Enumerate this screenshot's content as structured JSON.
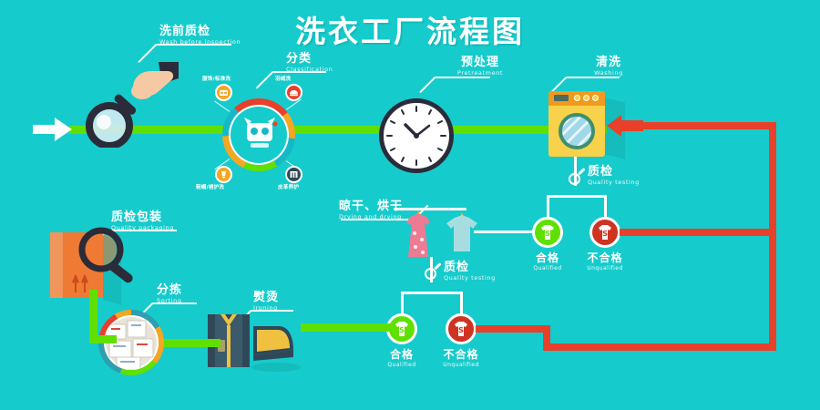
{
  "title": "洗衣工厂流程图",
  "theme": {
    "background": "#16cbcb",
    "green_line": "#5fe000",
    "red_line": "#e8402a",
    "white_line": "#ffffff",
    "qualified": "#5fe000",
    "unqualified": "#cf3322",
    "accent_orange": "#f09a1e"
  },
  "steps": {
    "pre_inspection": {
      "cn": "洗前质检",
      "en": "Wash before inspection"
    },
    "classification": {
      "cn": "分类",
      "en": "Classification"
    },
    "pretreatment": {
      "cn": "预处理",
      "en": "Pretreatment"
    },
    "washing": {
      "cn": "清洗",
      "en": "Washing"
    },
    "drying": {
      "cn": "晾干、烘干",
      "en": "Drying and drying"
    },
    "packaging": {
      "cn": "质检包装",
      "en": "Quality packaging"
    },
    "sorting": {
      "cn": "分拣",
      "en": "Sorting"
    },
    "ironing": {
      "cn": "熨烫",
      "en": "Ironing"
    }
  },
  "classification_nodes": [
    {
      "cn": "服饰/标准洗",
      "icon": "garment-icon"
    },
    {
      "cn": "羽绒洗",
      "icon": "down-jacket-icon"
    },
    {
      "cn": "鞋帽/裙护洗",
      "icon": "shoes-icon"
    },
    {
      "cn": "皮革养护",
      "icon": "leather-icon"
    }
  ],
  "quality_checks": [
    {
      "cn": "质检",
      "en": "Quality testing"
    },
    {
      "cn": "质检",
      "en": "Quality testing"
    }
  ],
  "results": {
    "qualified": {
      "cn": "合格",
      "en": "Qualified",
      "mark": "S",
      "color": "#5fe000"
    },
    "unqualified": {
      "cn": "不合格",
      "en": "Unqualified",
      "mark": "S",
      "color": "#cf3322"
    }
  },
  "clock": {
    "hour": "10",
    "minute": "10"
  }
}
